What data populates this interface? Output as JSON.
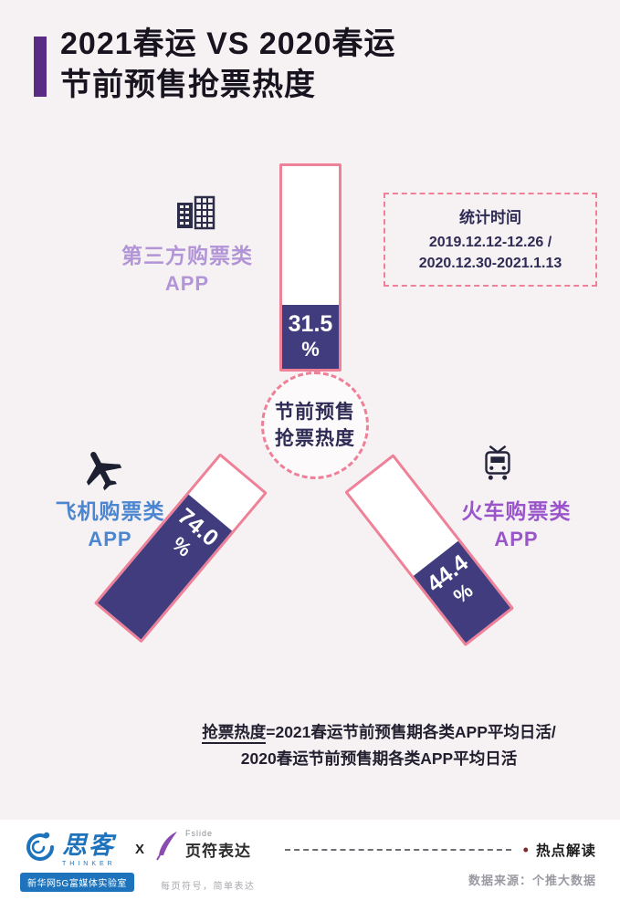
{
  "colors": {
    "bg": "#f6f2f4",
    "pink": "#ee8198",
    "indigo": "#413c7e",
    "accent": "#5a2b84",
    "title": "#17141f",
    "lilac": "#b295d6",
    "blue": "#4c86d0",
    "violet": "#9a55cb",
    "navy": "#2e2b55",
    "footer-blue": "#1e74bc",
    "fslide-purple": "#8a4bb0"
  },
  "header": {
    "title_line1": "2021春运 VS 2020春运",
    "title_line2": "节前预售抢票热度"
  },
  "stats": {
    "title": "统计时间",
    "line1": "2019.12.12-12.26 /",
    "line2": "2020.12.30-2021.1.13"
  },
  "center": {
    "line1": "节前预售",
    "line2": "抢票热度"
  },
  "bars": [
    {
      "id": "third-party",
      "label_line1": "第三方购票类",
      "label_line2": "APP",
      "value": "31.5",
      "unit": "%",
      "percent": 31.5
    },
    {
      "id": "flight",
      "label_line1": "飞机购票类",
      "label_line2": "APP",
      "value": "74.0",
      "unit": "%",
      "percent": 74.0
    },
    {
      "id": "train",
      "label_line1": "火车购票类",
      "label_line2": "APP",
      "value": "44.4",
      "unit": "%",
      "percent": 44.4
    }
  ],
  "formula": {
    "term": "抢票热度",
    "line1_rest": "=2021春运节前预售期各类APP平均日活/",
    "line2": "2020春运节前预售期各类APP平均日活"
  },
  "footer": {
    "thinker_name": "思客",
    "thinker_sub": "THINKER",
    "thinker_lab": "新华网5G富媒体实验室",
    "separator": "X",
    "fslide_brand": "Fslide",
    "fslide_name": "页符表达",
    "fslide_slogan": "每页符号，简单表达",
    "topic_bullet": "•",
    "topic": "热点解读",
    "source": "数据来源：个推大数据"
  },
  "chart_data": {
    "type": "bar",
    "title": "2021春运 VS 2020春运 节前预售抢票热度",
    "categories": [
      "第三方购票类APP",
      "飞机购票类APP",
      "火车购票类APP"
    ],
    "values": [
      31.5,
      74.0,
      44.4
    ],
    "unit": "%",
    "ylim": [
      0,
      100
    ],
    "period": "统计时间 2019.12.12-12.26 / 2020.12.30-2021.1.13",
    "note": "抢票热度=2021春运节前预售期各类APP平均日活/2020春运节前预售期各类APP平均日活",
    "source": "数据来源：个推大数据"
  }
}
